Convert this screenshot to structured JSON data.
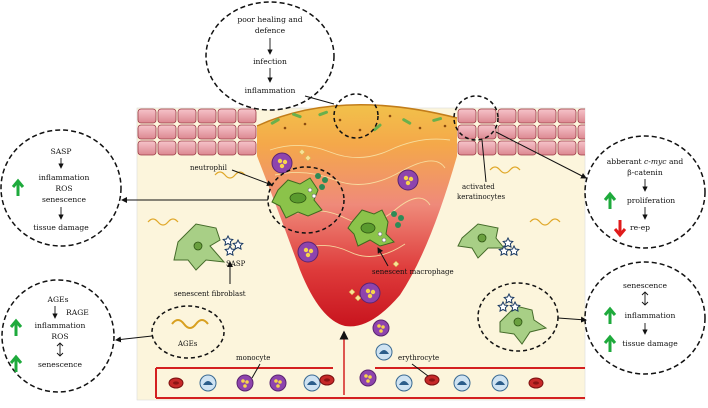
{
  "callouts": {
    "top": {
      "line1": "poor healing and",
      "line2": "defence",
      "item2": "infection",
      "item3": "inflammation"
    },
    "left_upper": {
      "l1": "SASP",
      "l2": "inflammation",
      "l3": "ROS",
      "l4": "senescence",
      "l5": "tissue damage"
    },
    "left_lower": {
      "l1": "AGEs",
      "l2": "RAGE",
      "l3": "inflammation",
      "l4": "ROS",
      "l5": "senescence"
    },
    "right_upper": {
      "l1a": "abberant ",
      "l1b": "c-myc",
      "l1c": " and",
      "l2": "β-catenin",
      "l3": "proliferation",
      "l4": "re-ep"
    },
    "right_lower": {
      "l1": "senescence",
      "l2": "inflammation",
      "l3": "tissue damage"
    }
  },
  "labels": {
    "neutrophil": "neutrophil",
    "activated_keratinocytes_1": "activated",
    "activated_keratinocytes_2": "keratinocytes",
    "sasp": "SASP",
    "senescent_fibroblast": "senescent fibroblast",
    "senescent_macrophage": "senescent macrophage",
    "ages": "AGEs",
    "monocyte": "monocyte",
    "erythrocyte": "erythrocyte"
  },
  "colors": {
    "skin_bg": "#fcf5dc",
    "keratinocyte": "#e8a0a8",
    "wound_top": "#f0b63c",
    "wound_bottom": "#c8141e",
    "fibroblast": "#a8cf86",
    "neutrophil": "#8e44ad",
    "up_arrow": "#1eaa3c",
    "down_arrow": "#e01b1b",
    "vessel": "#d42020"
  }
}
